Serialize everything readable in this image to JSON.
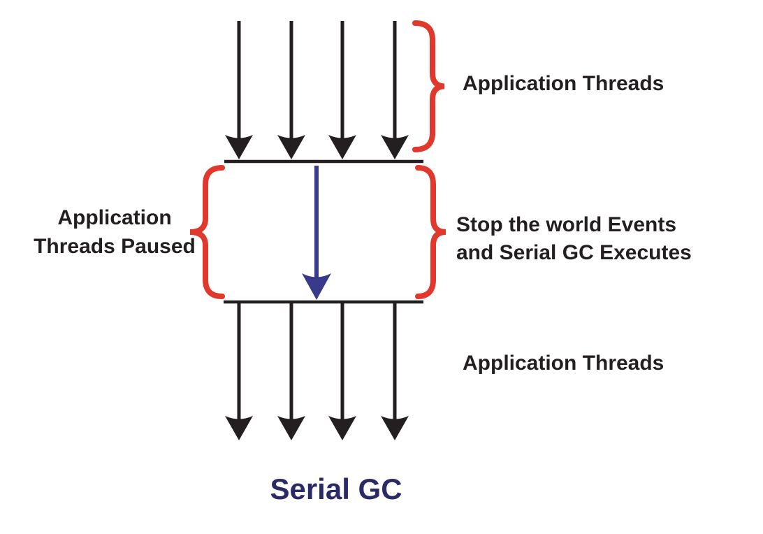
{
  "title": {
    "text": "Serial GC"
  },
  "labels": {
    "top_right": "Application Threads",
    "middle_left": {
      "line1": "Application",
      "line2": "Threads Paused"
    },
    "middle_right": {
      "line1": "Stop the world Events",
      "line2": "and Serial GC Executes"
    },
    "bottom_right": "Application Threads"
  },
  "colors": {
    "ink": "#231f20",
    "red": "#e1382d",
    "blue": "#3a3a8c",
    "navy": "#2b2a66",
    "background": "#ffffff"
  },
  "structure": {
    "top_thread_arrow_count": 4,
    "bottom_thread_arrow_count": 4,
    "gc_arrow_count": 1
  }
}
